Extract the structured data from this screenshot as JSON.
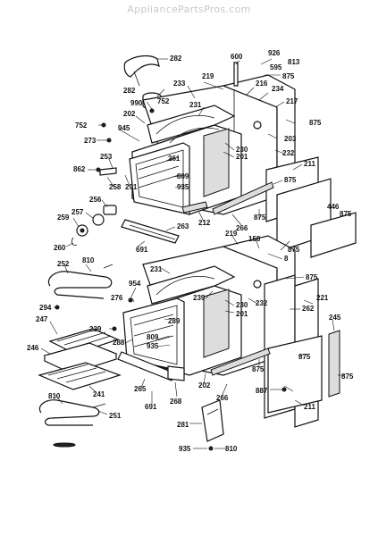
{
  "watermark": "AppliancePartsPros.com",
  "labels": {
    "l282a": "282",
    "l600": "600",
    "l926": "926",
    "l813": "813",
    "l595": "595",
    "l875a": "875",
    "l219a": "219",
    "l282b": "282",
    "l233": "233",
    "l216a": "216",
    "l234": "234",
    "l990": "990",
    "l752a": "752",
    "l217": "217",
    "l231a": "231",
    "l202a": "202",
    "l875b": "875",
    "l752b": "752",
    "l945": "945",
    "l203": "203",
    "l273": "273",
    "l230a": "230",
    "l201a": "201",
    "l232a": "232",
    "l261": "261",
    "l862": "862",
    "l253": "253",
    "l211a": "211",
    "l809a": "809",
    "l258": "258",
    "l291": "291",
    "l875c": "875",
    "l935a": "935",
    "l256": "256",
    "l446": "446",
    "l875d": "875",
    "l257": "257",
    "l875e": "875",
    "l212": "212",
    "l266a": "266",
    "l259": "259",
    "l263": "263",
    "l158": "158",
    "l875f": "875",
    "l260": "260",
    "l691a": "691",
    "l8": "8",
    "l252": "252",
    "l810a": "810",
    "l219b": "219",
    "l231b": "231",
    "l875g": "875",
    "l954": "954",
    "l276": "276",
    "l221": "221",
    "l294": "294",
    "l239a": "239",
    "l230b": "230",
    "l262": "262",
    "l232b": "232",
    "l201b": "201",
    "l289": "289",
    "l247": "247",
    "l809b": "809",
    "l245": "245",
    "l239b": "239",
    "l288": "288",
    "l246": "246",
    "l935b": "935",
    "l875h": "875",
    "l875i": "875",
    "l241": "241",
    "l265": "265",
    "l268": "268",
    "l202b": "202",
    "l887": "887",
    "l875j": "875",
    "l810b": "810",
    "l691b": "691",
    "l266b": "266",
    "l251": "251",
    "l211b": "211",
    "l281": "281",
    "l935c": "935",
    "l810c": "810"
  }
}
